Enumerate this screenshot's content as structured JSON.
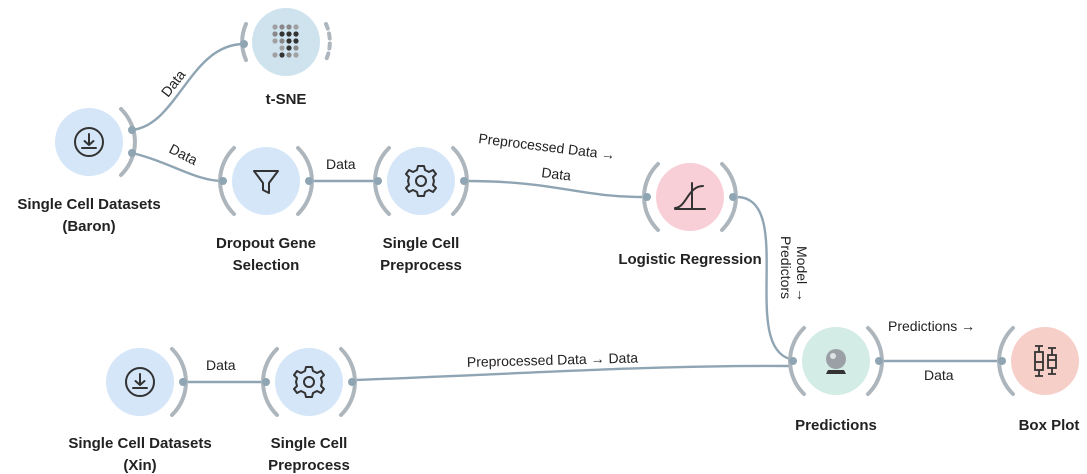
{
  "widgets": {
    "tsne": {
      "label": "t-SNE",
      "icon": "tsne-scatter-icon",
      "color": "#cfe3ef"
    },
    "baron": {
      "label_line1": "Single Cell Datasets",
      "label_line2": "(Baron)",
      "icon": "download-icon",
      "color": "#d5e6f8"
    },
    "dropout": {
      "label_line1": "Dropout Gene",
      "label_line2": "Selection",
      "icon": "filter-icon",
      "color": "#d5e6f8"
    },
    "preprocess1": {
      "label_line1": "Single Cell",
      "label_line2": "Preprocess",
      "icon": "gear-icon",
      "color": "#d5e6f8"
    },
    "logreg": {
      "label": "Logistic Regression",
      "icon": "sigmoid-icon",
      "color": "#f9cfd7"
    },
    "xin": {
      "label_line1": "Single Cell Datasets",
      "label_line2": "(Xin)",
      "icon": "download-icon",
      "color": "#d5e6f8"
    },
    "preprocess2": {
      "label_line1": "Single Cell",
      "label_line2": "Preprocess",
      "icon": "gear-icon",
      "color": "#d5e6f8"
    },
    "predictions": {
      "label": "Predictions",
      "icon": "crystal-ball-icon",
      "color": "#d3ece6"
    },
    "boxplot": {
      "label": "Box Plot",
      "icon": "box-plot-icon",
      "color": "#f7cfc9"
    }
  },
  "links": {
    "baron_tsne": "Data",
    "baron_dropout": "Data",
    "dropout_preprocess": "Data",
    "preprocess_logreg_line1": "Preprocessed Data →",
    "preprocess_logreg_line2": "Data",
    "logreg_predictions_line1": "Model →",
    "logreg_predictions_line2": "Predictors",
    "xin_preprocess": "Data",
    "preprocess_predictions": "Preprocessed Data → Data",
    "predictions_boxplot_line1": "Predictions →",
    "predictions_boxplot_line2": "Data"
  }
}
